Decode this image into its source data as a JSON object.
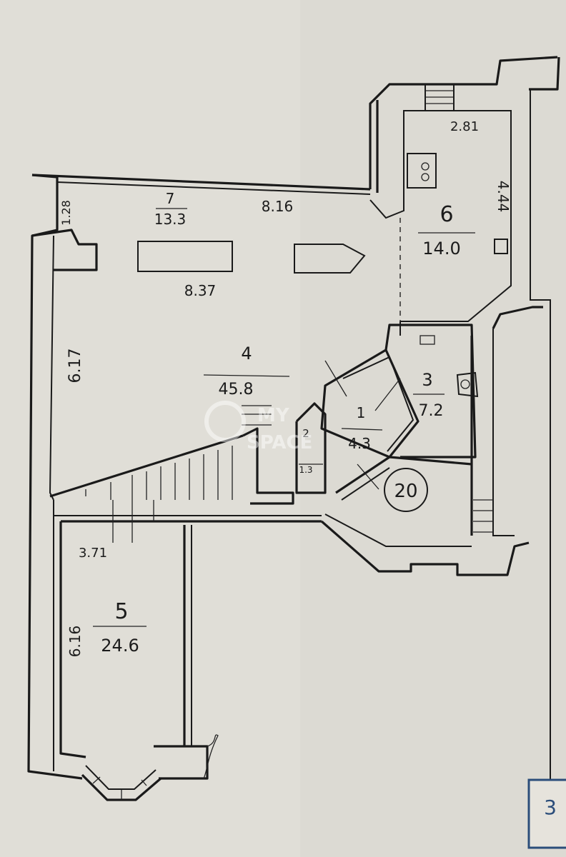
{
  "rooms": [
    {
      "id": "1",
      "number": "1",
      "area": "4.3"
    },
    {
      "id": "2",
      "number": "2",
      "area": "1.3"
    },
    {
      "id": "3",
      "number": "3",
      "area": "7.2"
    },
    {
      "id": "4",
      "number": "4",
      "area": "45.8"
    },
    {
      "id": "5",
      "number": "5",
      "area": "24.6"
    },
    {
      "id": "6",
      "number": "6",
      "area": "14.0"
    },
    {
      "id": "7",
      "number": "7",
      "area": "13.3"
    }
  ],
  "dimensions": {
    "top_wall": "8.16",
    "room7_side": "1.28",
    "room4_width": "8.37",
    "room4_height": "6.17",
    "room6_width": "2.81",
    "room6_height": "4.44",
    "room5_width": "3.71",
    "room5_height": "6.16"
  },
  "marker_circle": "20",
  "corner_tag": "3",
  "watermark": {
    "line1": "MY",
    "line2": "SPACE"
  }
}
